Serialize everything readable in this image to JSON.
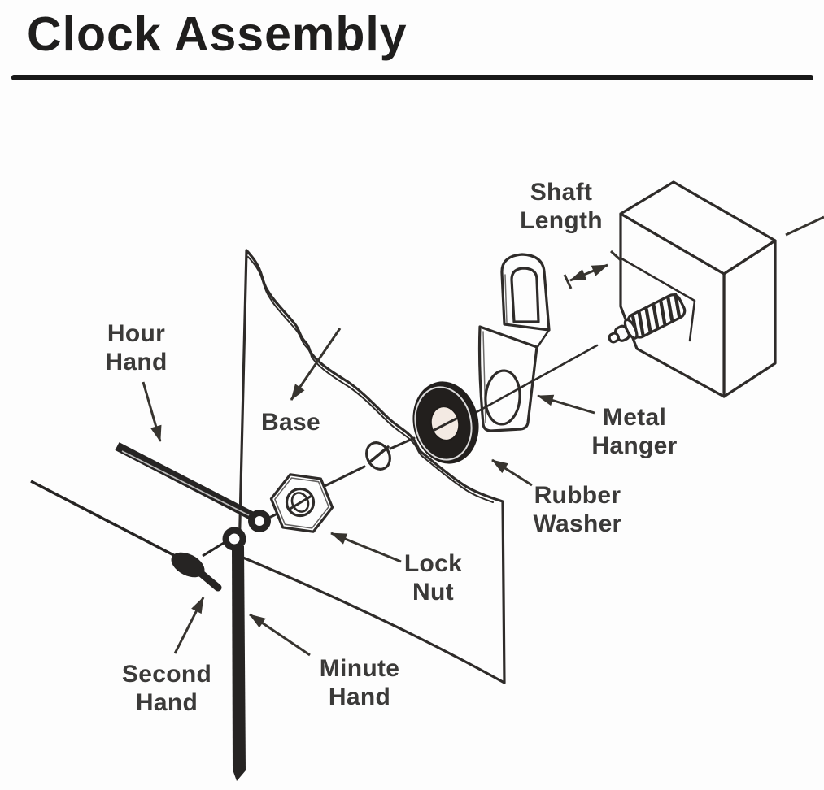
{
  "title": "Clock Assembly",
  "colors": {
    "ink": "#2e2b29",
    "label_text": "#3b3a39",
    "paper": "#fdfdfd",
    "rubber_washer_fill": "#221f1d",
    "washer_hole_fill": "#f3eae3"
  },
  "labels": {
    "shaft_length": {
      "line1": "Shaft",
      "line2": "Length"
    },
    "hour_hand": {
      "line1": "Hour",
      "line2": "Hand"
    },
    "base": {
      "line1": "Base"
    },
    "metal_hanger": {
      "line1": "Metal",
      "line2": "Hanger"
    },
    "rubber_washer": {
      "line1": "Rubber",
      "line2": "Washer"
    },
    "lock_nut": {
      "line1": "Lock",
      "line2": "Nut"
    },
    "second_hand": {
      "line1": "Second",
      "line2": "Hand"
    },
    "minute_hand": {
      "line1": "Minute",
      "line2": "Hand"
    }
  }
}
